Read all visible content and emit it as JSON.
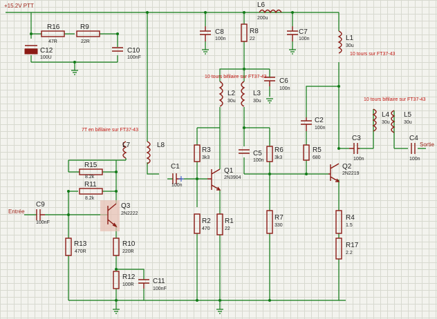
{
  "colors": {
    "wire": "#0f7a16",
    "component": "#8b1a14",
    "grid": "#d7d9cf",
    "background": "#f3f3ee",
    "note": "#c0140e"
  },
  "supply_label": "+15.2V PTT",
  "input_label": "Entrée",
  "output_label": "Sortie",
  "notes": {
    "l7_l8": "7T en bifilaire sur FT37-43",
    "l2_l3": "10 tours bifilaire sur FT37-43",
    "l1": "10 tours sur FT37-43",
    "l4_l5": "10 tours bifilaire sur FT37-43"
  },
  "parts": {
    "R16": {
      "name": "R16",
      "value": "47R"
    },
    "R9": {
      "name": "R9",
      "value": "22R"
    },
    "C12": {
      "name": "C12",
      "value": "100U"
    },
    "C10": {
      "name": "C10",
      "value": "100nF"
    },
    "L7": {
      "name": "L7",
      "value": ""
    },
    "L8": {
      "name": "L8",
      "value": ""
    },
    "R15": {
      "name": "R15",
      "value": "8.2k"
    },
    "R11": {
      "name": "R11",
      "value": "8.2k"
    },
    "C9": {
      "name": "C9",
      "value": "100nF"
    },
    "Q3": {
      "name": "Q3",
      "value": "2N2222"
    },
    "R13": {
      "name": "R13",
      "value": "470R"
    },
    "R10": {
      "name": "R10",
      "value": "220R"
    },
    "R12": {
      "name": "R12",
      "value": "100R"
    },
    "C11": {
      "name": "C11",
      "value": "100nF"
    },
    "C1": {
      "name": "C1",
      "value": "100n"
    },
    "R3": {
      "name": "R3",
      "value": "3k3"
    },
    "Q1": {
      "name": "Q1",
      "value": "2N3904"
    },
    "R2": {
      "name": "R2",
      "value": "470"
    },
    "R1": {
      "name": "R1",
      "value": "22"
    },
    "C8": {
      "name": "C8",
      "value": "100n"
    },
    "R8": {
      "name": "R8",
      "value": "22"
    },
    "L6": {
      "name": "L6",
      "value": "200u"
    },
    "C7": {
      "name": "C7",
      "value": "100n"
    },
    "C6": {
      "name": "C6",
      "value": "100n"
    },
    "L2": {
      "name": "L2",
      "value": "30u"
    },
    "L3": {
      "name": "L3",
      "value": "30u"
    },
    "C5": {
      "name": "C5",
      "value": "100n"
    },
    "R6": {
      "name": "R6",
      "value": "3k3"
    },
    "R7": {
      "name": "R7",
      "value": "330"
    },
    "L1": {
      "name": "L1",
      "value": "30u"
    },
    "C2": {
      "name": "C2",
      "value": "100n"
    },
    "R5": {
      "name": "R5",
      "value": "680"
    },
    "Q2": {
      "name": "Q2",
      "value": "2N2219"
    },
    "C3": {
      "name": "C3",
      "value": "100n"
    },
    "L4": {
      "name": "L4",
      "value": "30u"
    },
    "L5": {
      "name": "L5",
      "value": "30u"
    },
    "C4": {
      "name": "C4",
      "value": "100n"
    },
    "R4": {
      "name": "R4",
      "value": "1.5"
    },
    "R17": {
      "name": "R17",
      "value": "2.2"
    }
  }
}
